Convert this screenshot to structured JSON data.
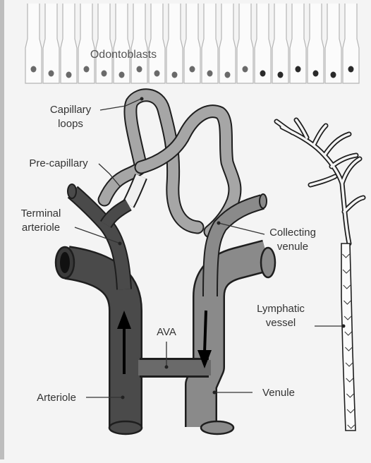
{
  "labels": {
    "odontoblasts": "Odontoblasts",
    "capillary_line1": "Capillary",
    "capillary_line2": "loops",
    "precapillary": "Pre-capillary",
    "terminal_line1": "Terminal",
    "terminal_line2": "arteriole",
    "collecting_line1": "Collecting",
    "collecting_line2": "venule",
    "lymphatic_line1": "Lymphatic",
    "lymphatic_line2": "vessel",
    "ava": "AVA",
    "arteriole": "Arteriole",
    "venule": "Venule"
  },
  "colors": {
    "arteriole": "#4a4a4a",
    "venule": "#8a8a8a",
    "capillary": "#a6a6a6",
    "outline": "#1e1e1e",
    "background": "#f4f4f4"
  }
}
